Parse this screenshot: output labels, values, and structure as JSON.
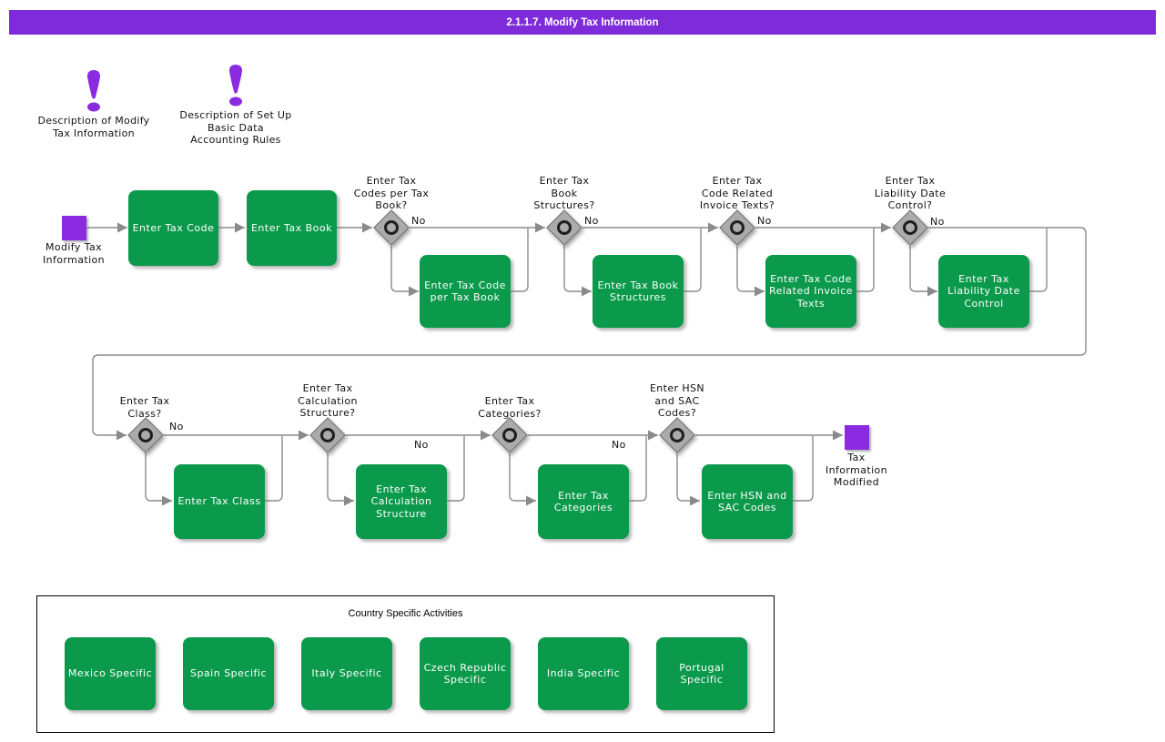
{
  "header": {
    "title": "2.1.1.7. Modify Tax Information"
  },
  "colors": {
    "title_bar_purple": "#7E2BD9",
    "activity_green": "#0B9A4B",
    "event_purple": "#8A2BE2",
    "connector_gray": "#8A8A8A",
    "decision_gray": "#ABABAB"
  },
  "notes": [
    {
      "icon": "exclamation-icon",
      "label": "Description of Modify\nTax Information"
    },
    {
      "icon": "exclamation-icon",
      "label": "Description of Set Up\nBasic Data\nAccounting Rules"
    }
  ],
  "flow": {
    "start": {
      "label": "Modify Tax\nInformation"
    },
    "end": {
      "label": "Tax\nInformation\nModified"
    },
    "activities": [
      {
        "label": "Enter Tax Code"
      },
      {
        "label": "Enter Tax Book"
      },
      {
        "label": "Enter Tax Code\nper Tax Book"
      },
      {
        "label": "Enter Tax Book\nStructures"
      },
      {
        "label": "Enter Tax Code\nRelated Invoice\nTexts"
      },
      {
        "label": "Enter Tax\nLiability Date\nControl"
      },
      {
        "label": "Enter Tax Class"
      },
      {
        "label": "Enter Tax\nCalculation\nStructure"
      },
      {
        "label": "Enter Tax\nCategories"
      },
      {
        "label": "Enter HSN and\nSAC Codes"
      }
    ],
    "decisions": [
      {
        "question": "Enter Tax\nCodes per Tax\nBook?",
        "no_label": "No"
      },
      {
        "question": "Enter Tax\nBook\nStructures?",
        "no_label": "No"
      },
      {
        "question": "Enter Tax\nCode Related\nInvoice Texts?",
        "no_label": "No"
      },
      {
        "question": "Enter Tax\nLiability Date\nControl?",
        "no_label": "No"
      },
      {
        "question": "Enter Tax\nClass?",
        "no_label": "No"
      },
      {
        "question": "Enter Tax\nCalculation\nStructure?",
        "no_label": "No"
      },
      {
        "question": "Enter Tax\nCategories?",
        "no_label": "No"
      },
      {
        "question": "Enter HSN\nand SAC\nCodes?",
        "no_label": ""
      }
    ]
  },
  "country_section": {
    "title": "Country Specific Activities",
    "items": [
      {
        "label": "Mexico Specific"
      },
      {
        "label": "Spain Specific"
      },
      {
        "label": "Italy Specific"
      },
      {
        "label": "Czech Republic\nSpecific"
      },
      {
        "label": "India Specific"
      },
      {
        "label": "Portugal Specific"
      }
    ]
  }
}
